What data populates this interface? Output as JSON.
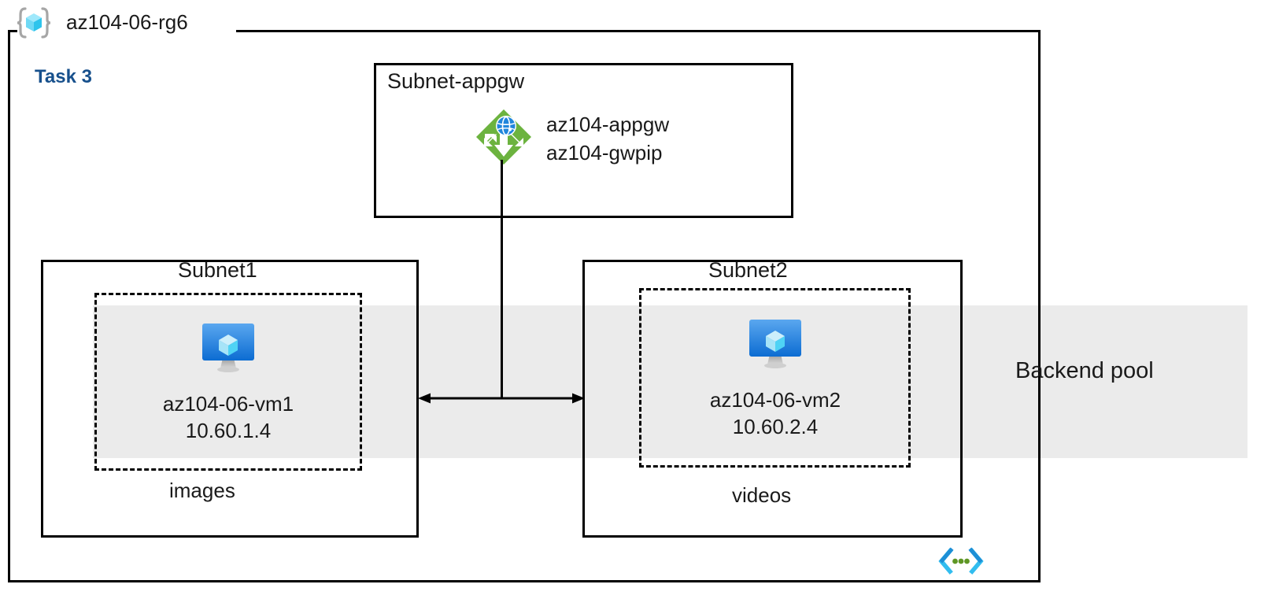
{
  "diagram": {
    "resource_group": {
      "name": "az104-06-rg6",
      "icon": "resource-group-icon"
    },
    "task_label": "Task 3",
    "backend_pool": {
      "label": "Backend pool",
      "band_color": "#ebebeb"
    },
    "subnets": [
      {
        "id": "subnet-appgw",
        "title": "Subnet-appgw",
        "resource": {
          "icon": "application-gateway-icon",
          "labels": [
            "az104-appgw",
            "az104-gwpip"
          ]
        }
      },
      {
        "id": "subnet1",
        "title": "Subnet1",
        "tier_label": "images",
        "vm": {
          "icon": "virtual-machine-icon",
          "name": "az104-06-vm1",
          "ip": "10.60.1.4"
        }
      },
      {
        "id": "subnet2",
        "title": "Subnet2",
        "tier_label": "videos",
        "vm": {
          "icon": "virtual-machine-icon",
          "name": "az104-06-vm2",
          "ip": "10.60.2.4"
        }
      }
    ],
    "vnet_icon": "virtual-network-icon",
    "colors": {
      "task_text": "#17508c",
      "appgw_green": "#6cb33f",
      "vm_blue": "#0d6fd4",
      "vnet_cyan": "#32bdef",
      "vnet_green": "#5e9624",
      "band_gray": "#ebebeb",
      "line_black": "#000000"
    }
  }
}
